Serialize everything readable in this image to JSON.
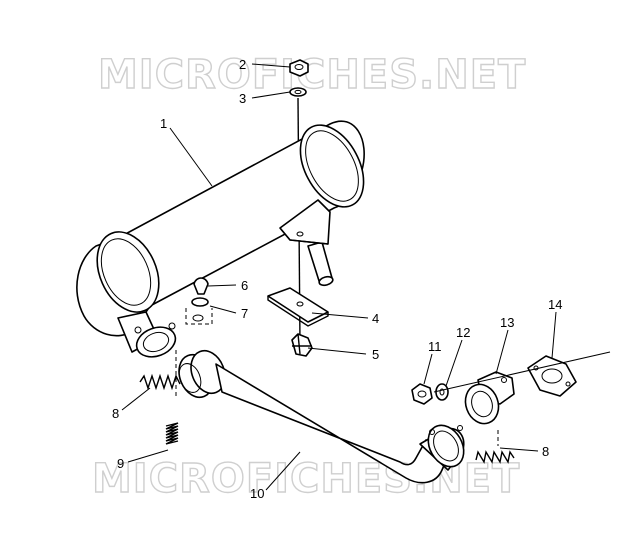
{
  "watermark": {
    "text": "MICROFICHES.NET",
    "color": "#cfcfcf"
  },
  "callouts": [
    {
      "id": "c1",
      "label": "1"
    },
    {
      "id": "c2",
      "label": "2"
    },
    {
      "id": "c3",
      "label": "3"
    },
    {
      "id": "c4",
      "label": "4"
    },
    {
      "id": "c5",
      "label": "5"
    },
    {
      "id": "c6",
      "label": "6"
    },
    {
      "id": "c7",
      "label": "7"
    },
    {
      "id": "c8a",
      "label": "8"
    },
    {
      "id": "c8b",
      "label": "8"
    },
    {
      "id": "c9",
      "label": "9"
    },
    {
      "id": "c10",
      "label": "10"
    },
    {
      "id": "c11",
      "label": "11"
    },
    {
      "id": "c12",
      "label": "12"
    },
    {
      "id": "c13",
      "label": "13"
    },
    {
      "id": "c14",
      "label": "14"
    }
  ]
}
